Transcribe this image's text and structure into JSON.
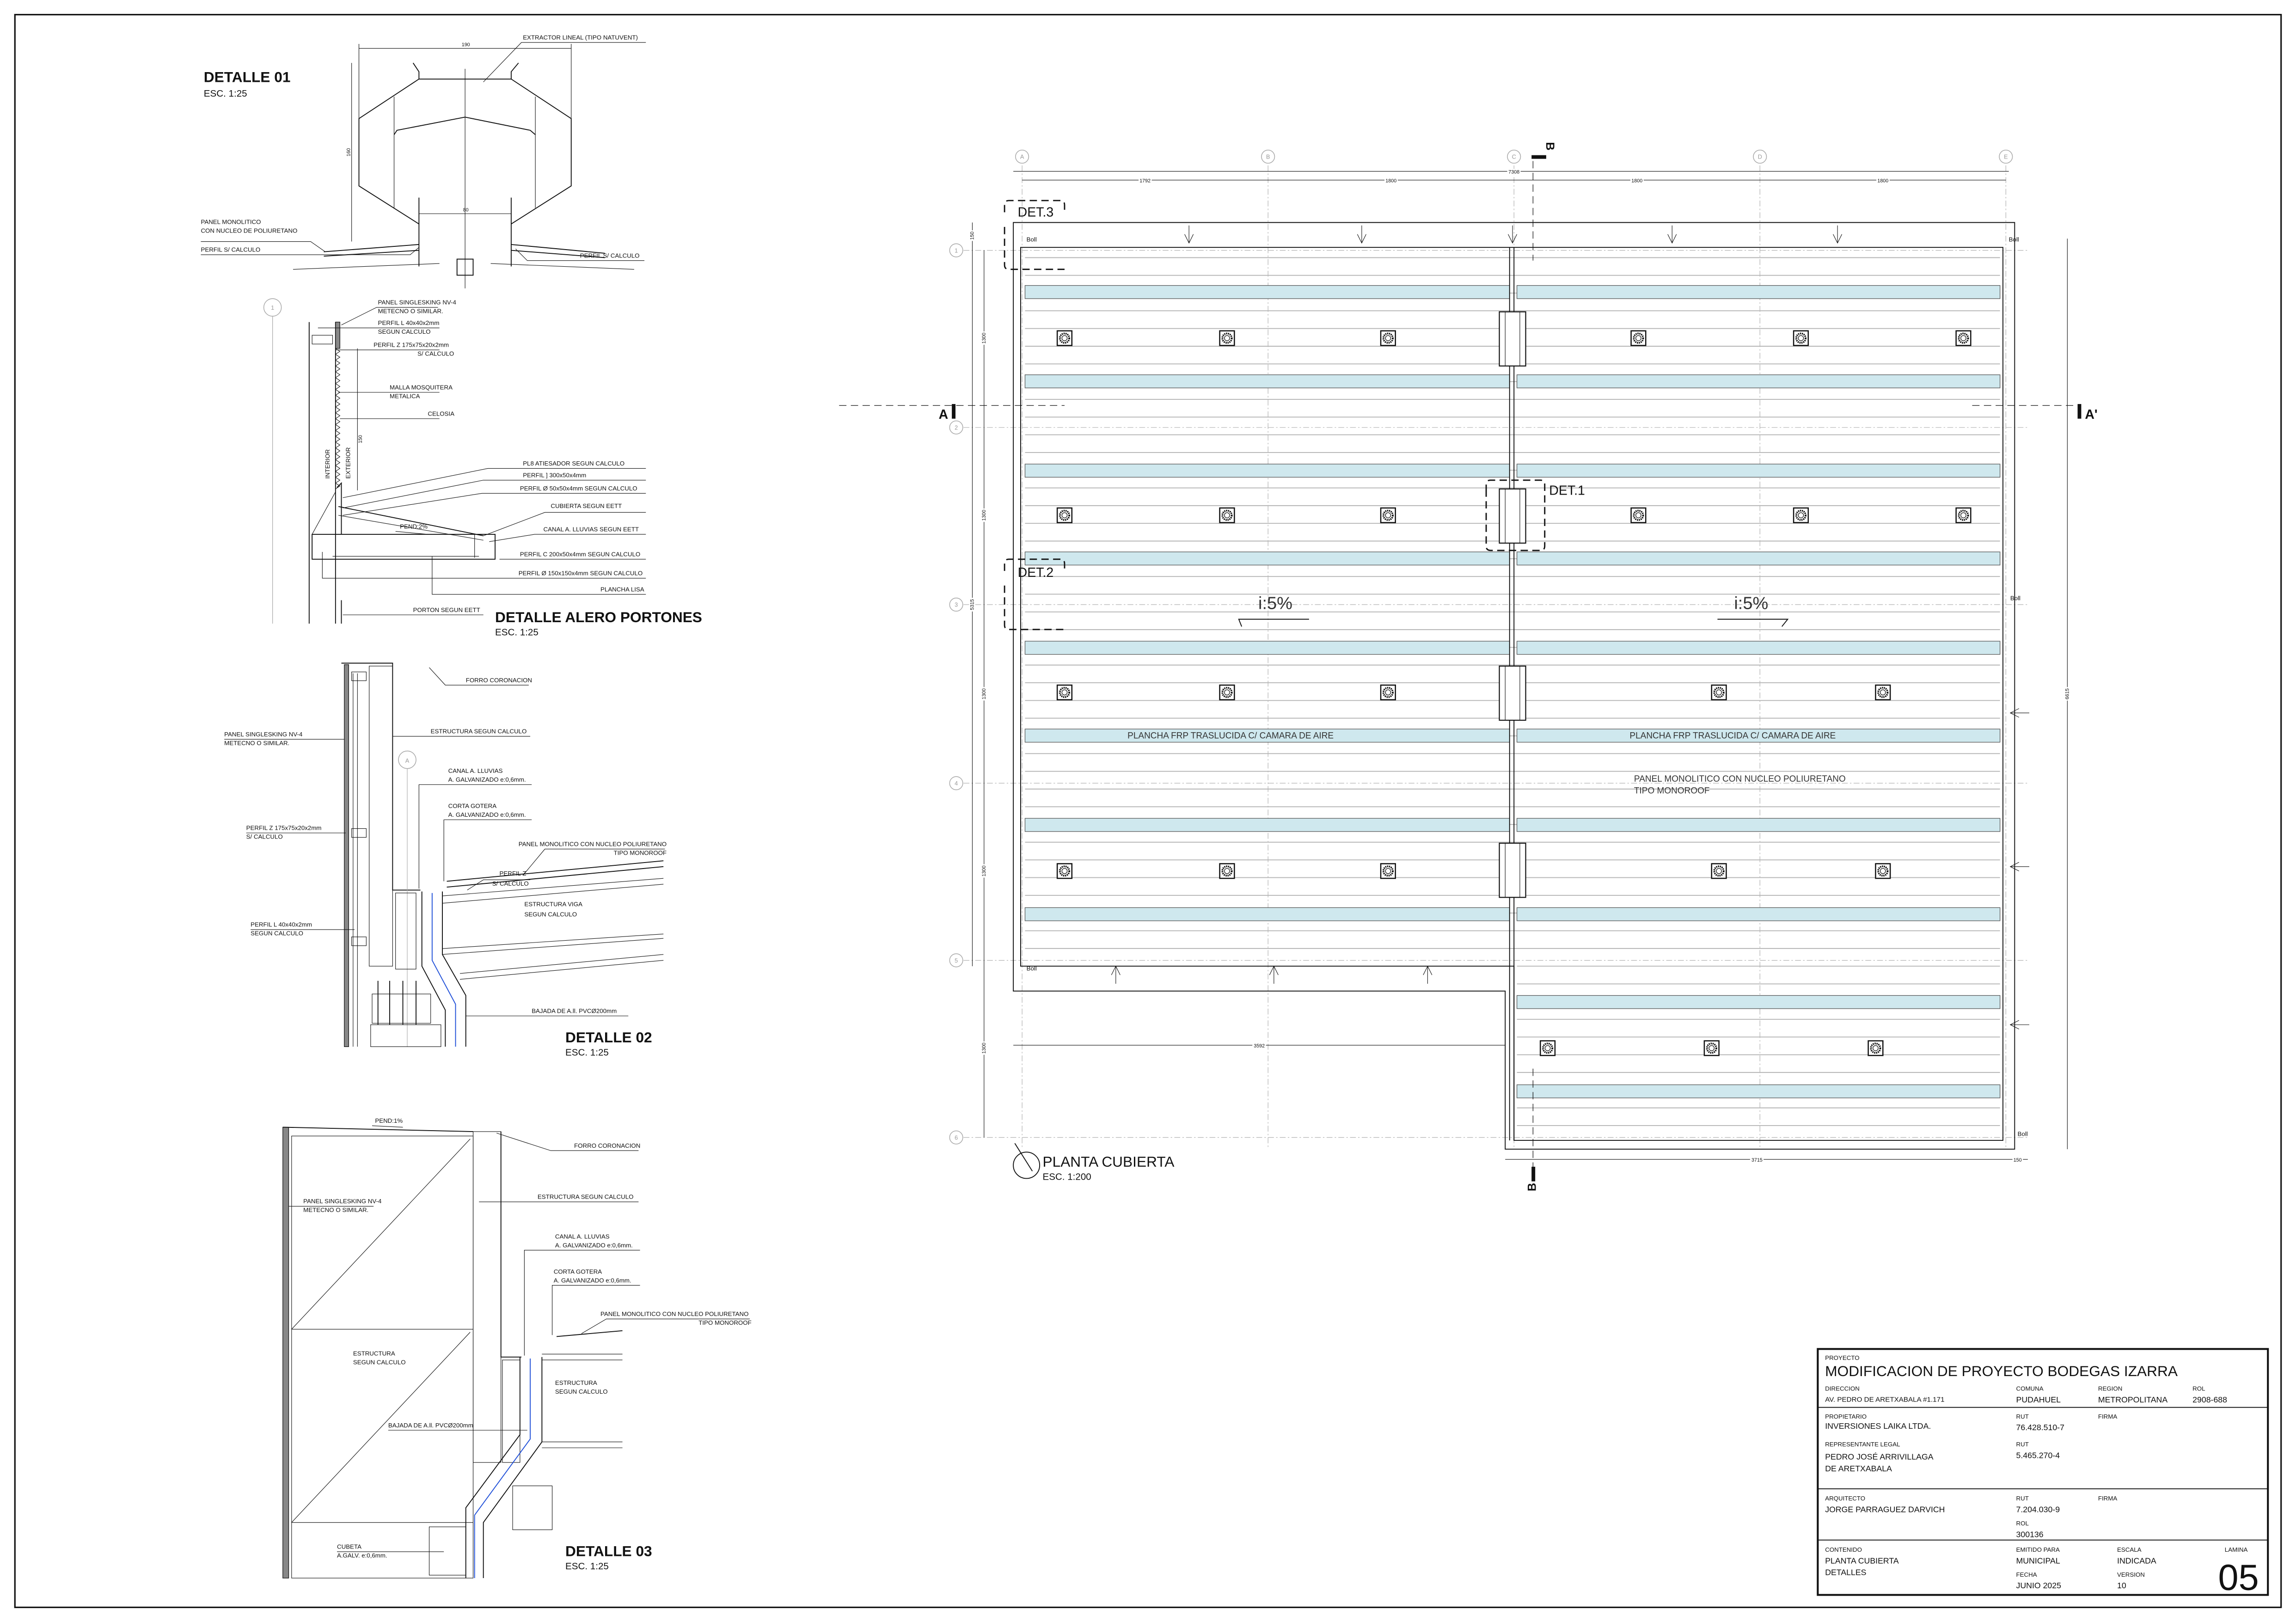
{
  "detalle_01": {
    "title": "DETALLE 01",
    "scale": "ESC. 1:25",
    "labels": [
      "EXTRACTOR LINEAL (TIPO NATUVENT)",
      "PANEL MONOLITICO",
      "CON NUCLEO DE POLIURETANO",
      "PERFIL S/ CALCULO",
      "PERFIL S/ CALCULO"
    ],
    "dims": [
      "190",
      "160",
      "80"
    ]
  },
  "detalle_alero": {
    "title": "DETALLE ALERO PORTONES",
    "scale": "ESC. 1:25",
    "grid_bubble": "1",
    "labels": [
      "PANEL SINGLESKING NV-4",
      "METECNO O SIMILAR.",
      "PERFIL L 40x40x2mm",
      "SEGUN CALCULO",
      "PERFIL  Z 175x75x20x2mm",
      "S/ CALCULO",
      "MALLA MOSQUITERA",
      "METALICA",
      "CELOSIA",
      "PL8  ATIESADOR SEGUN CALCULO",
      "PERFIL ] 300x50x4mm",
      "PERFIL Ø 50x50x4mm SEGUN CALCULO",
      "CUBIERTA SEGUN EETT",
      "CANAL A. LLUVIAS SEGUN EETT",
      "PERFIL C 200x50x4mm SEGUN CALCULO",
      "PERFIL Ø 150x150x4mm SEGUN CALCULO",
      "PLANCHA LISA",
      "PORTON SEGUN EETT",
      "INTERIOR",
      "EXTERIOR",
      "PEND:2%"
    ],
    "dims": [
      "150"
    ]
  },
  "detalle_02": {
    "title": "DETALLE 02",
    "scale": "ESC. 1:25",
    "grid_bubble": "A",
    "labels": [
      "FORRO CORONACION",
      "ESTRUCTURA SEGUN CALCULO",
      "PANEL SINGLESKING NV-4",
      "METECNO O SIMILAR.",
      "CANAL A. LLUVIAS",
      "A. GALVANIZADO e:0,6mm.",
      "CORTA GOTERA",
      "A. GALVANIZADO e:0,6mm.",
      "PANEL MONOLITICO CON NUCLEO POLIURETANO",
      "TIPO MONOROOF",
      "PERFIL  Z 175x75x20x2mm",
      "S/ CALCULO",
      "PERFIL Z",
      "S/ CALCULO",
      "ESTRUCTURA VIGA",
      "SEGUN CALCULO",
      "PERFIL L 40x40x2mm",
      "SEGUN CALCULO",
      "BAJADA DE A.ll. PVCØ200mm"
    ]
  },
  "detalle_03": {
    "title": "DETALLE 03",
    "scale": "ESC. 1:25",
    "labels": [
      "PEND:1%",
      "FORRO CORONACION",
      "ESTRUCTURA SEGUN CALCULO",
      "PANEL SINGLESKING NV-4",
      "METECNO O SIMILAR.",
      "CANAL A. LLUVIAS",
      "A. GALVANIZADO e:0,6mm.",
      "CORTA GOTERA",
      "A. GALVANIZADO e:0,6mm.",
      "PANEL MONOLITICO CON NUCLEO POLIURETANO",
      "TIPO MONOROOF",
      "ESTRUCTURA",
      "SEGUN CALCULO",
      "ESTRUCTURA",
      "SEGUN CALCULO",
      "BAJADA DE A.ll. PVCØ200mm",
      "CUBETA",
      "A.GALV. e:0,6mm."
    ]
  },
  "plan": {
    "title": "PLANTA CUBIERTA",
    "scale": "ESC. 1:200",
    "grid_columns": [
      "A",
      "B",
      "C",
      "D",
      "E"
    ],
    "grid_rows": [
      "1",
      "2",
      "3",
      "4",
      "5",
      "6"
    ],
    "dim_total_top": "7308",
    "dims_top": [
      "1792",
      "1800",
      "1800",
      "1800"
    ],
    "dim_left_total": "5315",
    "dim_left_overhang": "150",
    "dims_left": [
      "1300",
      "1300",
      "1300",
      "1300",
      "1300"
    ],
    "dim_right_total": "6615",
    "dim_bottom_left": "3592",
    "dim_bottom_right": "3715",
    "dim_bottom_overhang": "150",
    "slope_labels": [
      "i:5%",
      "i:5%"
    ],
    "skylight_label": "PLANCHA   FRP  TRASLUCIDA  C/  CAMARA  DE  AIRE",
    "panel_label_1": "PANEL  MONOLITICO  CON  NUCLEO  POLIURETANO",
    "panel_label_2": "TIPO  MONOROOF",
    "detail_callouts": [
      "DET.3",
      "DET.1",
      "DET.2"
    ],
    "downspout_label": "Boll",
    "section_a": "A",
    "section_a_prime": "A'",
    "section_b": "B",
    "skylight_color": "#cfe8ee"
  },
  "title_block": {
    "proyecto_label": "PROYECTO",
    "proyecto": "MODIFICACION DE PROYECTO BODEGAS IZARRA",
    "direccion_label": "DIRECCION",
    "direccion": "AV. PEDRO DE ARETXABALA #1.171",
    "comuna_label": "COMUNA",
    "comuna": "PUDAHUEL",
    "region_label": "REGION",
    "region": "METROPOLITANA",
    "rol_label": "ROL",
    "rol": "2908-688",
    "propietario_label": "PROPIETARIO",
    "propietario": "INVERSIONES LAIKA LTDA.",
    "rut_label": "RUT",
    "propietario_rut": "76.428.510-7",
    "firma_label": "FIRMA",
    "representante_label": "REPRESENTANTE LEGAL",
    "representante_1": "PEDRO JOSÉ ARRIVILLAGA",
    "representante_2": "DE ARETXABALA",
    "representante_rut": "5.465.270-4",
    "arquitecto_label": "ARQUITECTO",
    "arquitecto": "JORGE PARRAGUEZ DARVICH",
    "arquitecto_rut": "7.204.030-9",
    "arquitecto_rol_label": "ROL",
    "arquitecto_rol": "300136",
    "contenido_label": "CONTENIDO",
    "contenido_1": "PLANTA CUBIERTA",
    "contenido_2": "DETALLES",
    "emitido_label": "EMITIDO PARA",
    "emitido": "MUNICIPAL",
    "escala_label": "ESCALA",
    "escala": "INDICADA",
    "fecha_label": "FECHA",
    "fecha": "JUNIO 2025",
    "version_label": "VERSION",
    "version": "10",
    "lamina_label": "LAMINA",
    "lamina": "05"
  }
}
